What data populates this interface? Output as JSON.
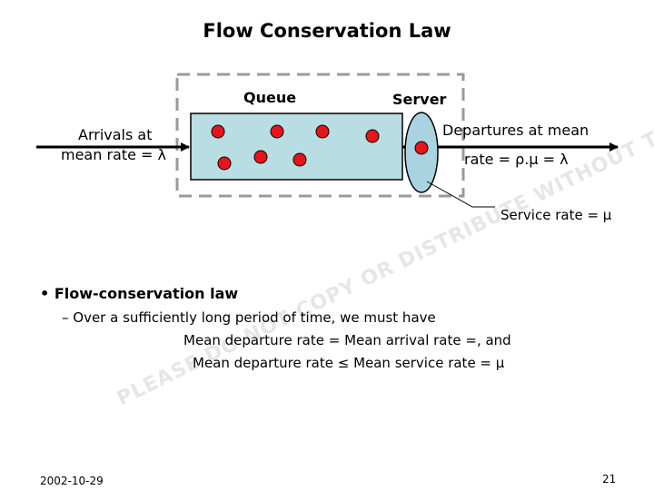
{
  "title": "Flow Conservation Law",
  "queue_label": "Queue",
  "server_label": "Server",
  "arrivals_line1": "Arrivals at",
  "arrivals_line2": "mean rate = λ",
  "departures_line1": "Departures at mean",
  "departures_line2": "rate = ρ.μ = λ",
  "service_rate": "Service rate = μ",
  "watermark": "PLEASE DO NOT COPY OR DISTRIBUTE WITHOUT THE AUTHOR'S PERMISSION",
  "bullet": {
    "marker": "•",
    "heading": "Flow-conservation law",
    "dash_line": "– Over a sufficiently long period of time, we must have",
    "line1": "Mean departure rate = Mean arrival rate =, and",
    "line2": "Mean departure rate ≤ Mean service rate = μ"
  },
  "footer": {
    "date": "2002-10-29",
    "page": "21"
  },
  "colors": {
    "queue_fill": "#b8dde3",
    "customer": "#e8141b",
    "server_fill": "#a9d3e0",
    "dashed_box": "#9a9a9a"
  }
}
